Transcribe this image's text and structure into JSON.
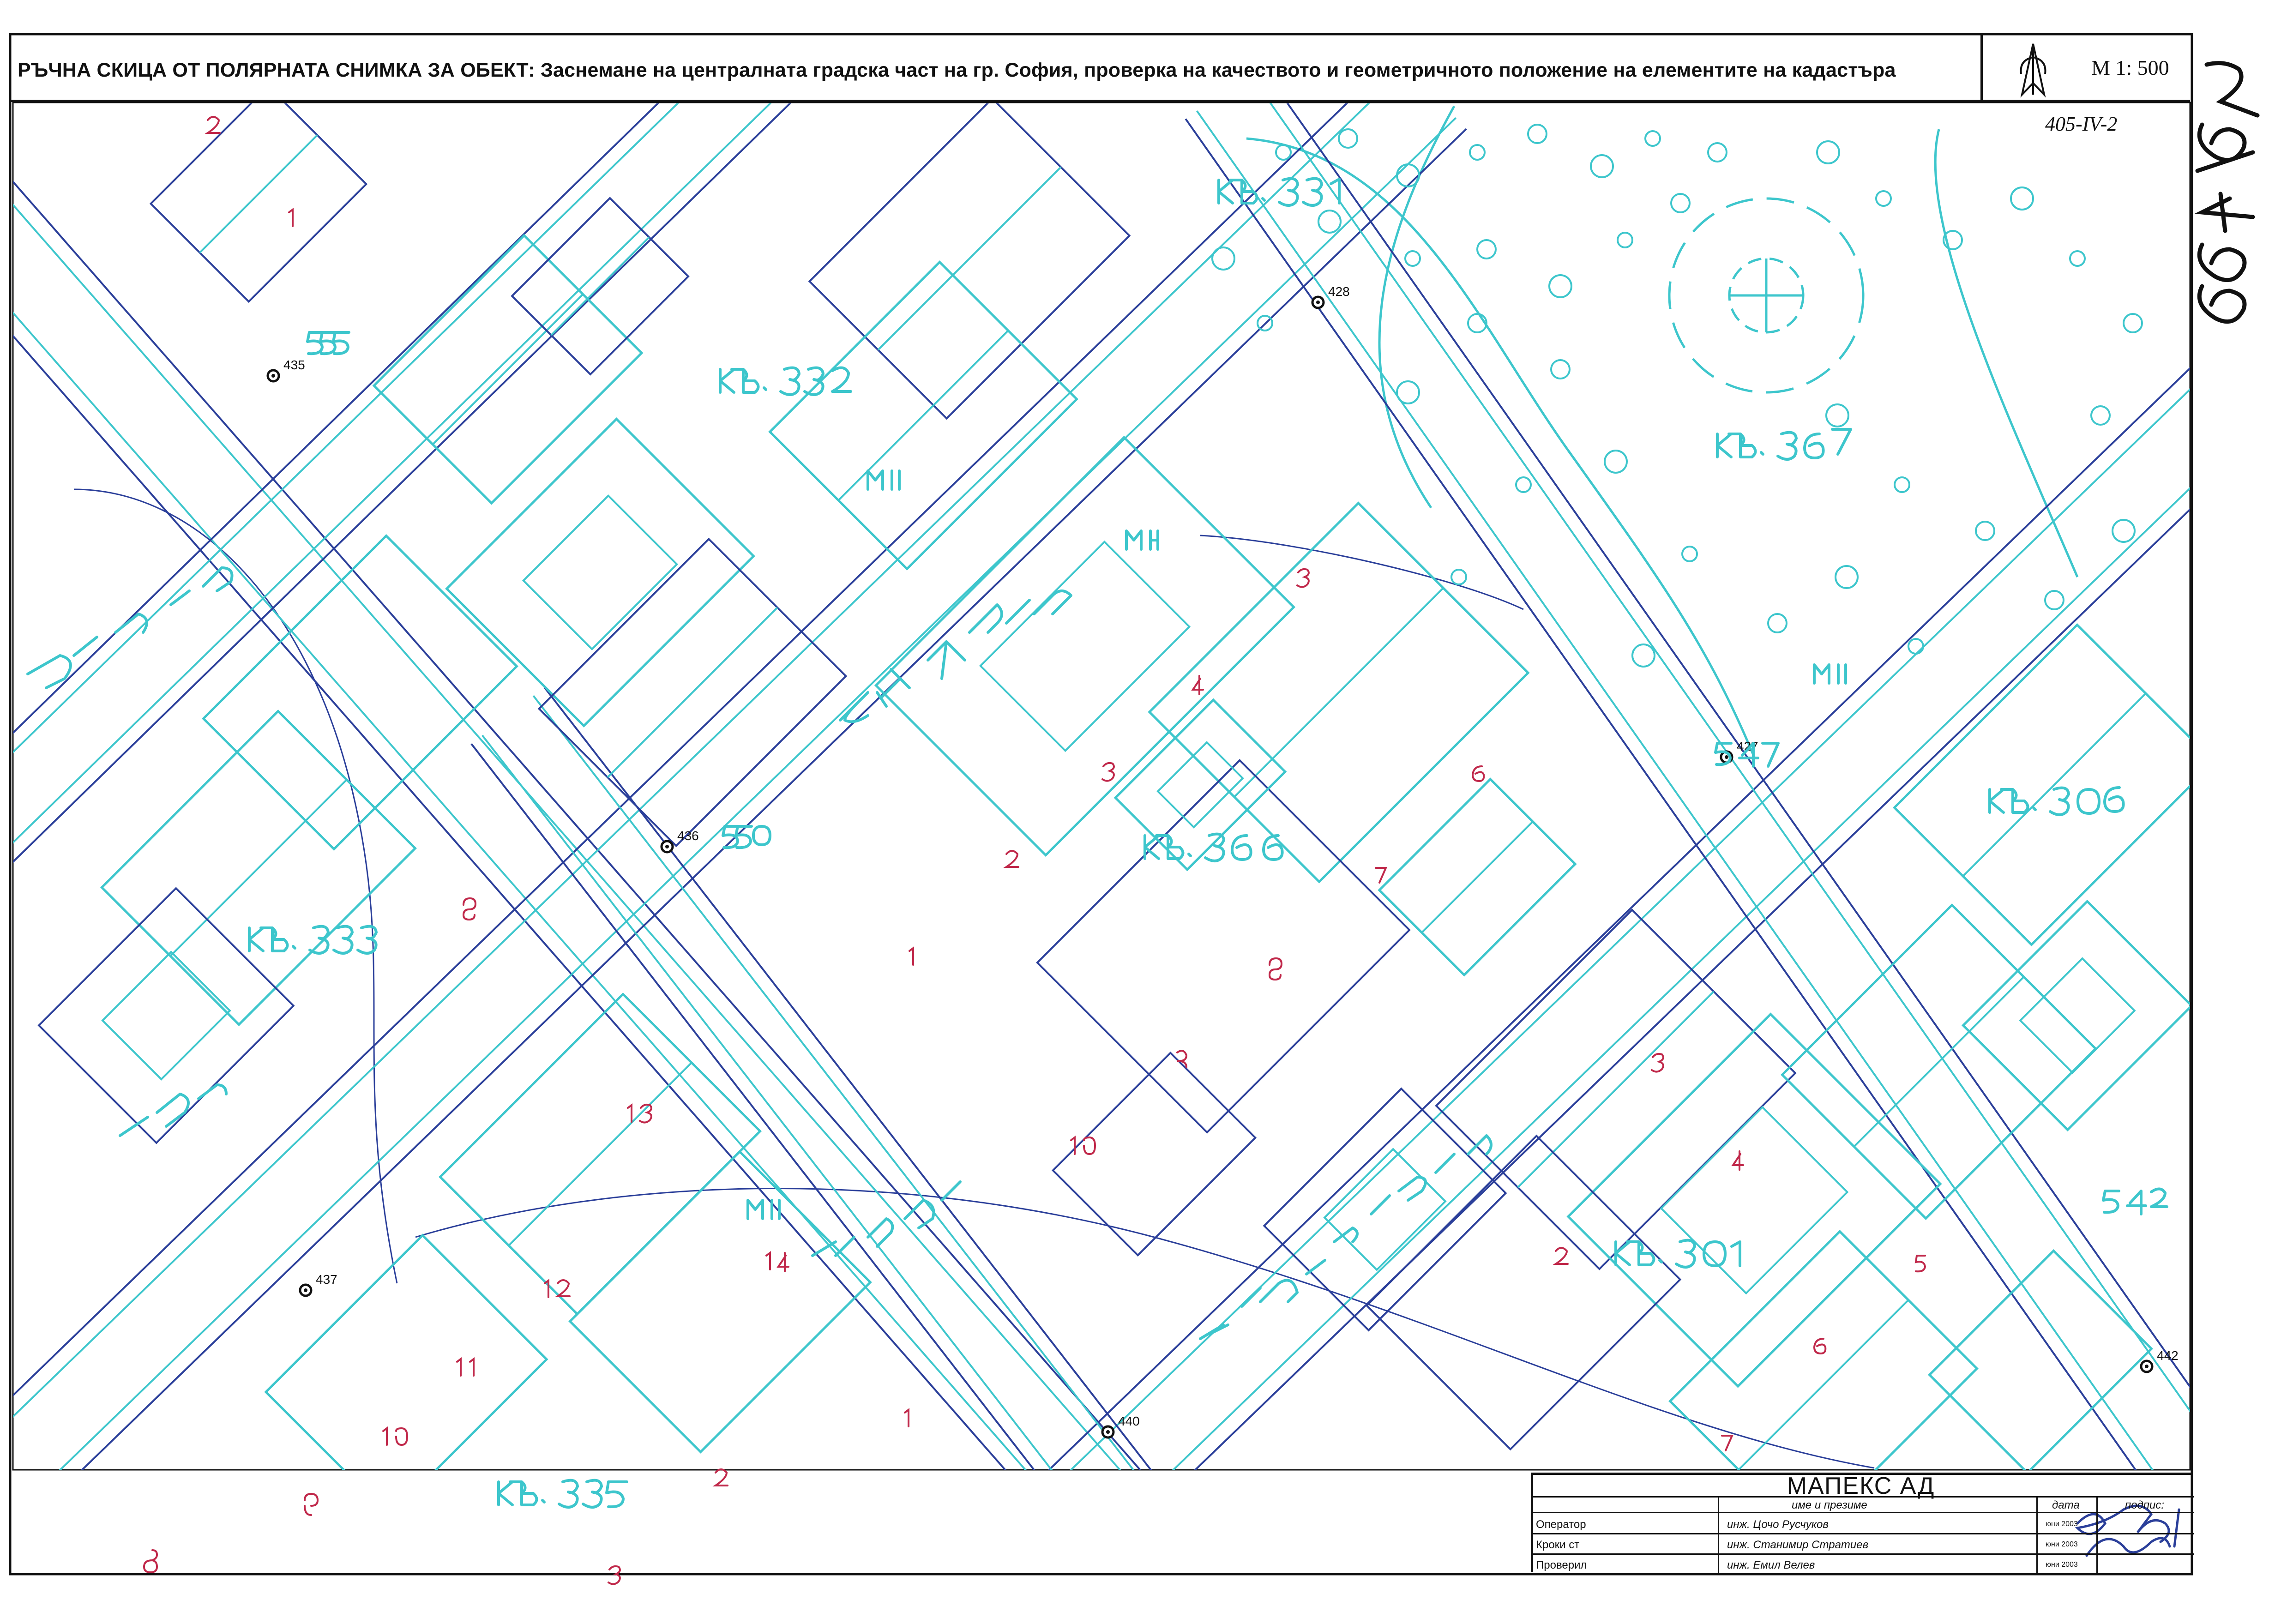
{
  "title_bar": {
    "title": "РЪЧНА  СКИЦА ОТ ПОЛЯРНАТА СНИМКА ЗА ОБЕКТ: Заснемане на централната градска част на гр. София, проверка на качеството и геометричното положение на елементите на кадастъра",
    "scale": "М  1: 500",
    "sheet_code": "405-IV-2"
  },
  "north_icon": "north-arrow-icon",
  "map": {
    "streets": [
      "ул. Тунджа",
      "ул. Раковски",
      "ул. Цар Петър",
      "ул. Христо Станчев",
      "ул. Патлейна",
      "ул. Развигор"
    ],
    "blocks": [
      "кв. 332",
      "кв. 331",
      "кв. 367",
      "кв. 366",
      "кв. 333",
      "кв. 301",
      "кв. 335",
      "кв. 306"
    ],
    "traverse_points": [
      "428",
      "435",
      "436",
      "427",
      "437",
      "440",
      "442"
    ],
    "elevations": [
      "555",
      "550",
      "547",
      "542"
    ]
  },
  "title_block": {
    "company": "МАПЕКС  АД",
    "header_name": "име и презиме",
    "header_date": "дата",
    "header_sign": "подпис:",
    "rows": [
      {
        "role": "Оператор",
        "name": "инж. Цочо Русчуков",
        "date": "юни 2003"
      },
      {
        "role": "Кроки ст",
        "name": "инж. Станимир Стратиев",
        "date": "юни 2003"
      },
      {
        "role": "Проверил",
        "name": "инж. Емил Велев",
        "date": "юни 2003"
      }
    ]
  },
  "colors": {
    "map_cyan": "#3dc6cc",
    "map_blue": "#2b3f9a",
    "label_red": "#c0284a",
    "frame_black": "#111111"
  }
}
